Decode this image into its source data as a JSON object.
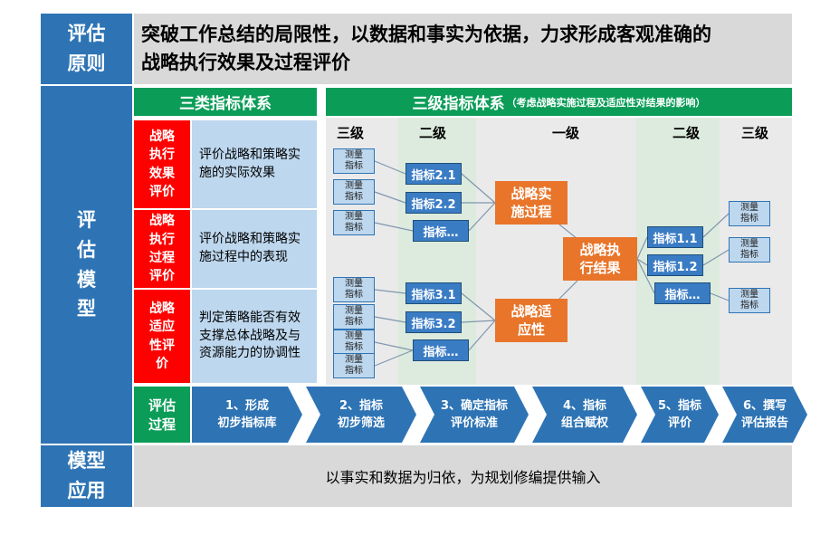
{
  "principle": {
    "label": "评估原则",
    "text": "突破工作总结的局限性，以数据和事实为依据，力求形成客观准确的战略执行效果及过程评价"
  },
  "model": {
    "label": "评估模型",
    "types_header": "三类指标体系",
    "levels_header": "三级指标体系",
    "levels_note": "（考虑战略实施过程及适应性对结果的影响）",
    "types": [
      {
        "name": "战略执行效果评价",
        "desc": "评价战略和策略实施的实际效果"
      },
      {
        "name": "战略执行过程评价",
        "desc": "评价战略和策略实施过程中的表现"
      },
      {
        "name": "战略适应性评价",
        "desc": "判定策略能否有效支撑总体战略及与资源能力的协调性"
      }
    ],
    "diagram": {
      "column_headers": [
        "三级",
        "二级",
        "一级",
        "二级",
        "三级"
      ],
      "measure_label": "测量指标",
      "group2_indicators": [
        "指标2.1",
        "指标2.2",
        "指标…"
      ],
      "group3_indicators": [
        "指标3.1",
        "指标3.2",
        "指标…"
      ],
      "group1_indicators": [
        "指标1.1",
        "指标1.2",
        "指标…"
      ],
      "node_process": "战略实施过程",
      "node_result": "战略执行结果",
      "node_adapt": "战略适应性"
    }
  },
  "process": {
    "label": "评估过程",
    "steps": [
      {
        "line1": "1、形成",
        "line2": "初步指标库"
      },
      {
        "line1": "2、指标",
        "line2": "初步筛选"
      },
      {
        "line1": "3、确定指标",
        "line2": "评价标准"
      },
      {
        "line1": "4、指标",
        "line2": "组合赋权"
      },
      {
        "line1": "5、指标",
        "line2": "评价"
      },
      {
        "line1": "6、撰写",
        "line2": "评估报告"
      }
    ]
  },
  "application": {
    "label": "模型应用",
    "text": "以事实和数据为归依，为规划修编提供输入"
  },
  "colors": {
    "blue": "#2E74B5",
    "green": "#0B9D58",
    "red": "#FE0000",
    "orange": "#E8752A",
    "light_blue": "#BDD7EE",
    "indicator_blue": "#3A7CC4",
    "gray": "#D9D9D9",
    "diagram_bg": "#EAEAEA",
    "level2_band": "#DCEBDD"
  }
}
